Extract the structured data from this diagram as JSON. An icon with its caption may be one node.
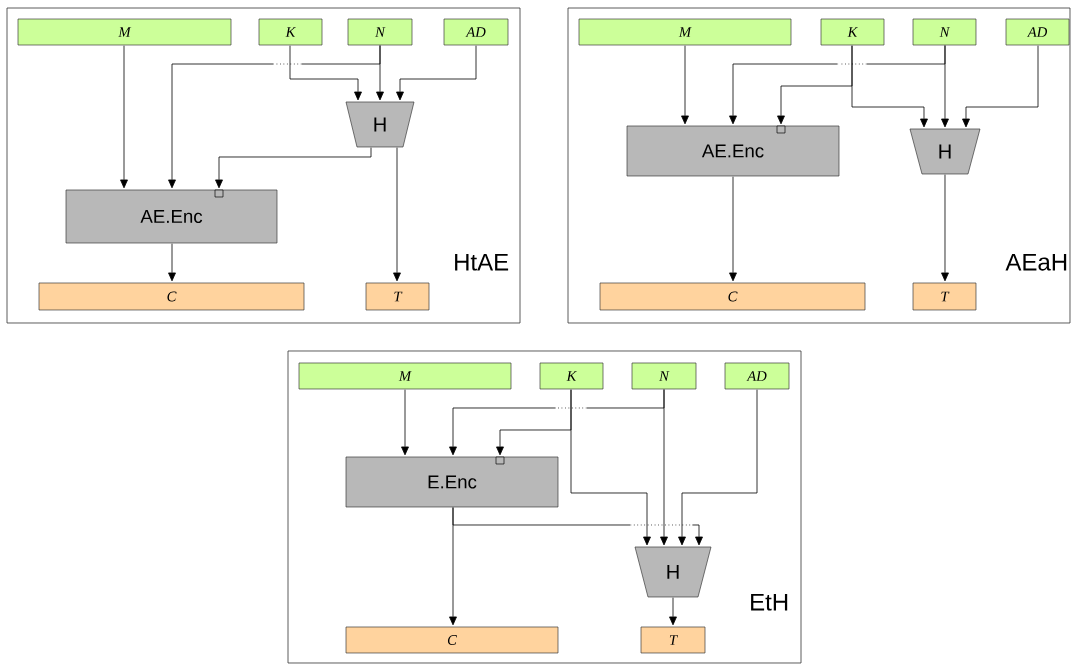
{
  "diagram": {
    "nodes": [
      {
        "text": [
          "HtAE"
        ]
      },
      {
        "text": [
          "M"
        ],
        "in": 0
      },
      {
        "text": [
          "K"
        ],
        "in": 0
      },
      {
        "text": [
          "N"
        ],
        "in": 0
      },
      {
        "text": [
          "AD"
        ],
        "in": 0
      },
      {
        "text": [
          "H"
        ],
        "in": 0
      },
      {
        "text": [
          "AE.Enc"
        ],
        "in": 0
      },
      {
        "text": [
          "C"
        ],
        "in": 0
      },
      {
        "text": [
          "T"
        ],
        "in": 0
      },
      {
        "text": [
          "AEaH"
        ]
      },
      {
        "text": [
          "M"
        ],
        "in": 9
      },
      {
        "text": [
          "K"
        ],
        "in": 9
      },
      {
        "text": [
          "N"
        ],
        "in": 9
      },
      {
        "text": [
          "AD"
        ],
        "in": 9
      },
      {
        "text": [
          "AE.Enc"
        ],
        "in": 9
      },
      {
        "text": [
          "H"
        ],
        "in": 9
      },
      {
        "text": [
          "C"
        ],
        "in": 9
      },
      {
        "text": [
          "T"
        ],
        "in": 9
      },
      {
        "text": [
          "EtH"
        ]
      },
      {
        "text": [
          "M"
        ],
        "in": 18
      },
      {
        "text": [
          "K"
        ],
        "in": 18
      },
      {
        "text": [
          "N"
        ],
        "in": 18
      },
      {
        "text": [
          "AD"
        ],
        "in": 18
      },
      {
        "text": [
          "E.Enc"
        ],
        "in": 18
      },
      {
        "text": [
          "H"
        ],
        "in": 18
      },
      {
        "text": [
          "C"
        ],
        "in": 18
      },
      {
        "text": [
          "T"
        ],
        "in": 18
      }
    ],
    "edges": [
      {
        "from": 1,
        "to": 6,
        "arrow": "to"
      },
      {
        "from": 3,
        "to": 6,
        "arrow": "to"
      },
      {
        "from": 2,
        "to": 5,
        "arrow": "to"
      },
      {
        "from": 3,
        "to": 5,
        "arrow": "to"
      },
      {
        "from": 4,
        "to": 5,
        "arrow": "to"
      },
      {
        "from": 5,
        "to": 6,
        "arrow": "to"
      },
      {
        "from": 5,
        "to": 8,
        "arrow": "to"
      },
      {
        "from": 6,
        "to": 7,
        "arrow": "to"
      },
      {
        "from": 10,
        "to": 14,
        "arrow": "to"
      },
      {
        "from": 12,
        "to": 14,
        "arrow": "to"
      },
      {
        "from": 11,
        "to": 14,
        "arrow": "to"
      },
      {
        "from": 11,
        "to": 15,
        "arrow": "to"
      },
      {
        "from": 12,
        "to": 15,
        "arrow": "to"
      },
      {
        "from": 13,
        "to": 15,
        "arrow": "to"
      },
      {
        "from": 14,
        "to": 16,
        "arrow": "to"
      },
      {
        "from": 15,
        "to": 17,
        "arrow": "to"
      },
      {
        "from": 19,
        "to": 23,
        "arrow": "to"
      },
      {
        "from": 21,
        "to": 23,
        "arrow": "to"
      },
      {
        "from": 20,
        "to": 23,
        "arrow": "to"
      },
      {
        "from": 20,
        "to": 24,
        "arrow": "to"
      },
      {
        "from": 21,
        "to": 24,
        "arrow": "to"
      },
      {
        "from": 22,
        "to": 24,
        "arrow": "to"
      },
      {
        "from": 23,
        "to": 24,
        "arrow": "to"
      },
      {
        "from": 23,
        "to": 25,
        "arrow": "to"
      },
      {
        "from": 24,
        "to": 26,
        "arrow": "to"
      }
    ]
  }
}
